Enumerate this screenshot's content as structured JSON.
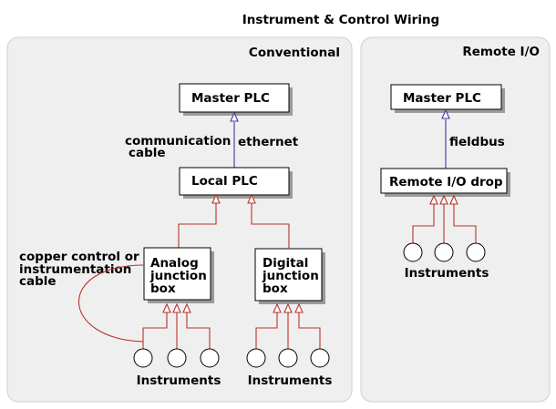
{
  "title": "Instrument & Control Wiring",
  "conventional": {
    "heading": "Conventional",
    "master_plc": "Master PLC",
    "local_plc": "Local PLC",
    "communication_cable_line1": "communication",
    "communication_cable_line2": "cable",
    "ethernet": "ethernet",
    "copper_line1": "copper control or",
    "copper_line2": "instrumentation",
    "copper_line3": "cable",
    "analog_line1": "Analog",
    "analog_line2": "junction",
    "analog_line3": "box",
    "digital_line1": "Digital",
    "digital_line2": "junction",
    "digital_line3": "box",
    "instruments_left": "Instruments",
    "instruments_right": "Instruments"
  },
  "remote": {
    "heading": "Remote I/O",
    "master_plc": "Master PLC",
    "fieldbus": "fieldbus",
    "remote_drop": "Remote I/O drop",
    "instruments": "Instruments"
  },
  "colors": {
    "copper_wire": "#b5352a",
    "network_wire": "#3a3aa0",
    "panel_fill": "#f0efef"
  }
}
